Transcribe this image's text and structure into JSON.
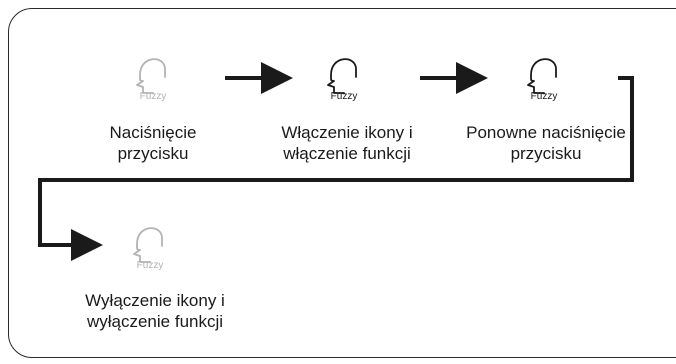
{
  "icon_label": "Fuzzy",
  "steps": [
    {
      "line1": "Naciśnięcie",
      "line2": "przycisku",
      "state": "off"
    },
    {
      "line1": "Włączenie ikony i",
      "line2": "włączenie funkcji",
      "state": "on"
    },
    {
      "line1": "Ponowne naciśnięcie",
      "line2": "przycisku",
      "state": "on"
    },
    {
      "line1": "Wyłączenie ikony i",
      "line2": "wyłączenie funkcji",
      "state": "off"
    }
  ],
  "colors": {
    "icon_off": "#b3b3b3",
    "icon_on": "#1a1a1a",
    "arrow": "#1a1a1a"
  },
  "icon_name": "head-icon"
}
